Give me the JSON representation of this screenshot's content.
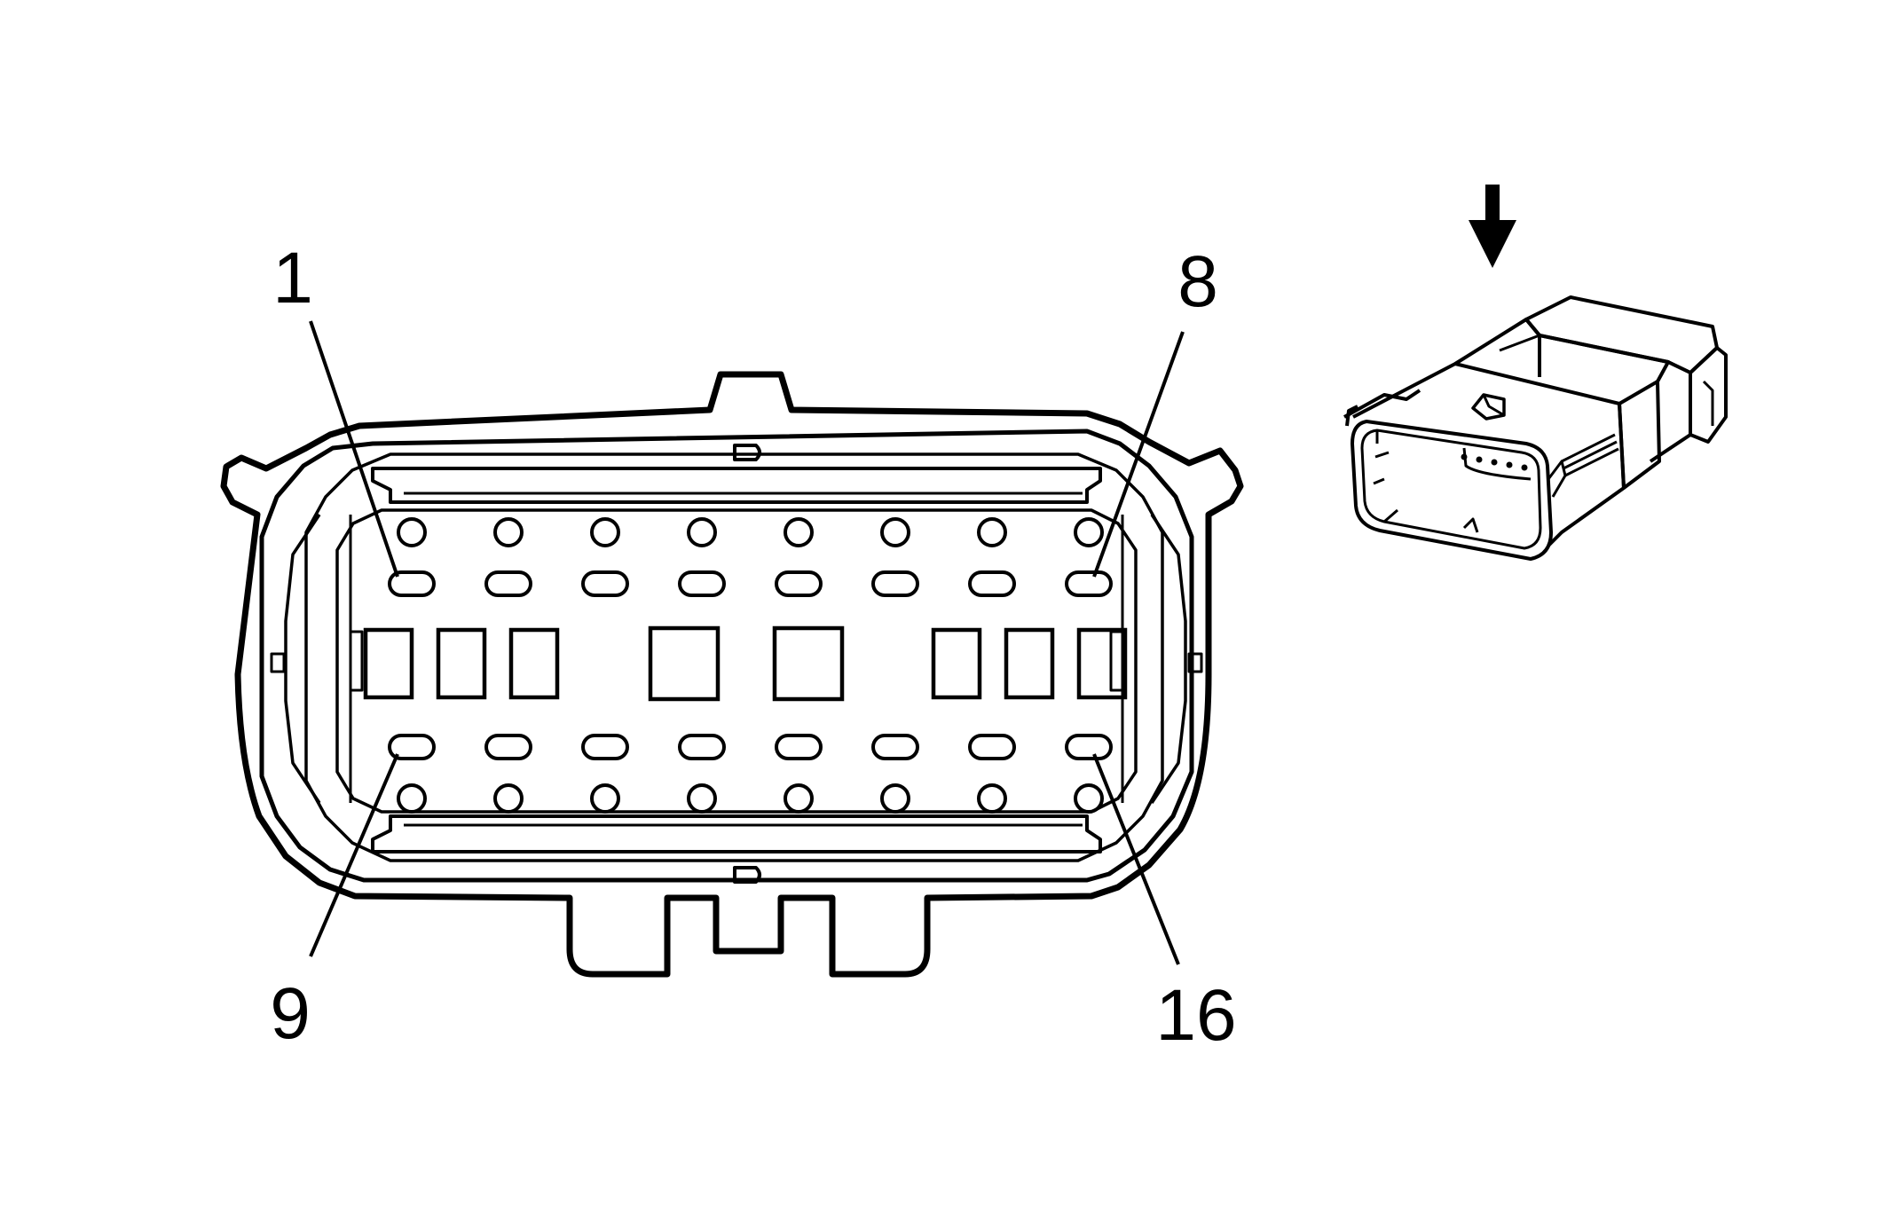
{
  "pin_labels": {
    "top_left": "1",
    "top_right": "8",
    "bottom_left": "9",
    "bottom_right": "16"
  },
  "pin_count": 16,
  "pins_per_row": 8,
  "view_indicator": "arrow-down-icon",
  "colors": {
    "line": "#000000",
    "background": "#ffffff"
  }
}
